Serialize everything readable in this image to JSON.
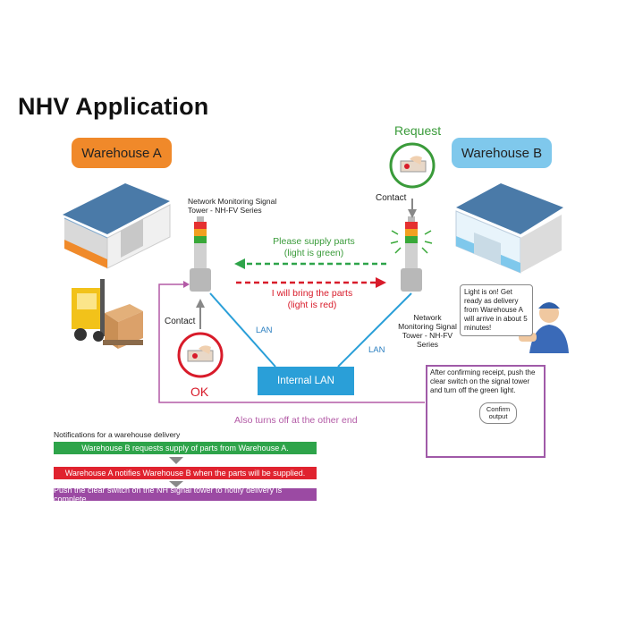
{
  "title": "NHV Application",
  "warehouse_a": {
    "label": "Warehouse A"
  },
  "warehouse_b": {
    "label": "Warehouse B"
  },
  "tower_a": {
    "label": "Network Monitoring Signal Tower - NH-FV Series"
  },
  "tower_b": {
    "label": "Network Monitoring Signal Tower - NH-FV Series"
  },
  "request_label": "Request",
  "ok_label": "OK",
  "contact_a": "Contact",
  "contact_b": "Contact",
  "green_message": "Please supply parts (light is green)",
  "red_message": "I will bring the parts (light is red)",
  "lan_left": "LAN",
  "lan_right": "LAN",
  "internal_lan": "Internal LAN",
  "also_turns_off": "Also turns off at the other end",
  "speech_bubble": "Light is on! Get ready as delivery from Warehouse A will arrive in about 5 minutes!",
  "info_box": {
    "text": "After confirming receipt, push the clear switch on the signal tower and turn off the green light.",
    "bubble": "Confirm output"
  },
  "notifications": {
    "title": "Notifications for a warehouse delivery",
    "steps": [
      "Warehouse B requests supply of parts from Warehouse A.",
      "Warehouse A notifies Warehouse B when the parts will be supplied.",
      "Push the clear switch on the NH signal tower to notify delivery is complete."
    ]
  },
  "colors": {
    "green": "#3a9b3a",
    "red": "#d81b2a",
    "purple": "#a05aa8",
    "lan_blue": "#2a9fd8",
    "warehouse_a": "#f0892a",
    "warehouse_b": "#7fc8ec"
  }
}
